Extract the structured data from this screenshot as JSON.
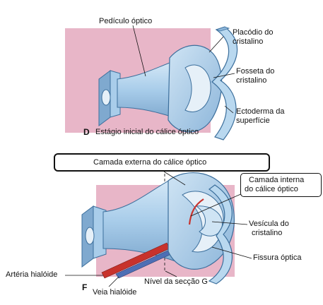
{
  "panel_d": {
    "letter": "D",
    "caption": "Estágio inicial do cálice óptico",
    "labels": {
      "optic_stalk": "Pedículo óptico",
      "lens_placode_1": "Placódio do",
      "lens_placode_2": "cristalino",
      "lens_pit_1": "Fosseta do",
      "lens_pit_2": "cristalino",
      "surface_ectoderm_1": "Ectoderma da",
      "surface_ectoderm_2": "superfície"
    }
  },
  "panel_f": {
    "letter": "F",
    "labels": {
      "outer_layer": "Camada externa do cálice óptico",
      "inner_layer_1": "Camada interna",
      "inner_layer_2": "do cálice óptico",
      "lens_vesicle_1": "Vesícula do",
      "lens_vesicle_2": "cristalino",
      "optic_fissure": "Fissura óptica",
      "hyaloid_artery": "Artéria hialóide",
      "hyaloid_vein": "Veia hialóide",
      "section_level": "Nível da secção G"
    }
  },
  "colors": {
    "pink_background": "#e8b6c8",
    "tissue_blue": "#b9d8ef",
    "tissue_dark": "#5f8fb8",
    "artery_red": "#c8322c",
    "vein_blue": "#4d6fb5"
  }
}
